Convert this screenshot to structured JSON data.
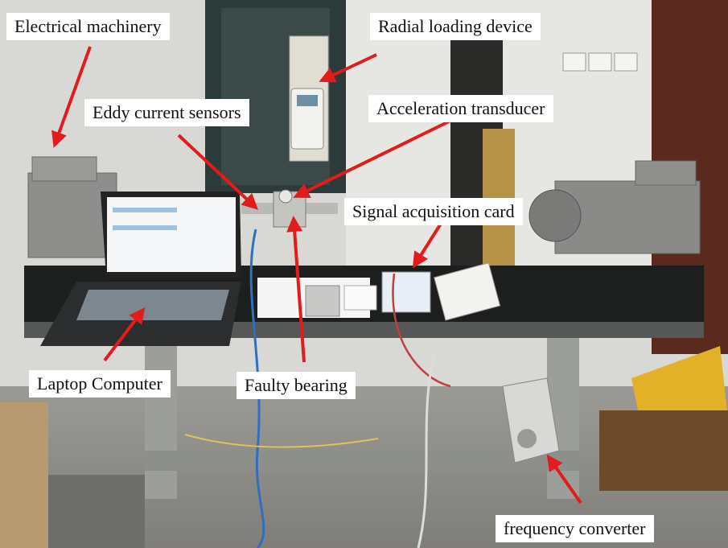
{
  "labels": {
    "electrical_machinery": "Electrical machinery",
    "radial_loading_device": "Radial loading device",
    "eddy_current_sensors": "Eddy current sensors",
    "acceleration_transducer": "Acceleration transducer",
    "signal_acquisition_card": "Signal acquisition card",
    "laptop_computer": "Laptop Computer",
    "faulty_bearing": "Faulty bearing",
    "frequency_converter": "frequency converter"
  },
  "colors": {
    "arrow": "#e21b1b",
    "label_bg": "#ffffff"
  }
}
